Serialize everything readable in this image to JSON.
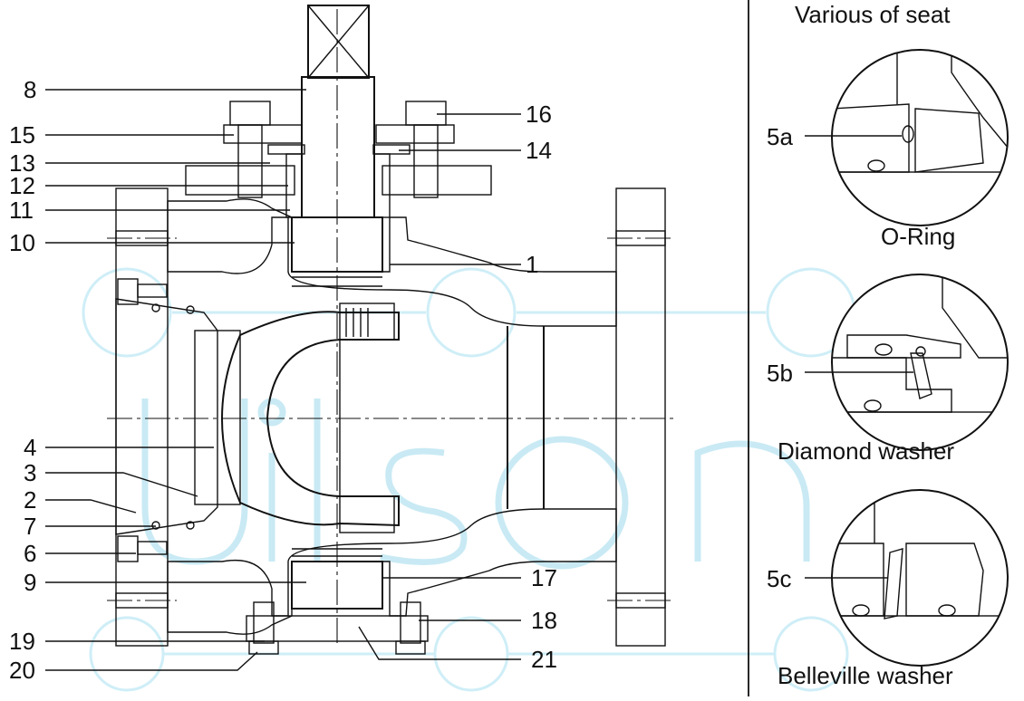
{
  "watermark": {
    "text": "uilson",
    "color": "#bfe6f2"
  },
  "colors": {
    "line": "#111111",
    "background": "#ffffff",
    "watermark": "#bfe6f2"
  },
  "part_labels_left": [
    "8",
    "15",
    "13",
    "12",
    "11",
    "10",
    "4",
    "3",
    "2",
    "7",
    "6",
    "9",
    "19",
    "20"
  ],
  "part_labels_right": [
    "16",
    "14",
    "1",
    "17",
    "18",
    "21"
  ],
  "seat_panel": {
    "title": "Various of seat",
    "details": [
      {
        "label": "5a",
        "caption": "O-Ring"
      },
      {
        "label": "5b",
        "caption": "Diamond washer"
      },
      {
        "label": "5c",
        "caption": "Belleville washer"
      }
    ]
  }
}
